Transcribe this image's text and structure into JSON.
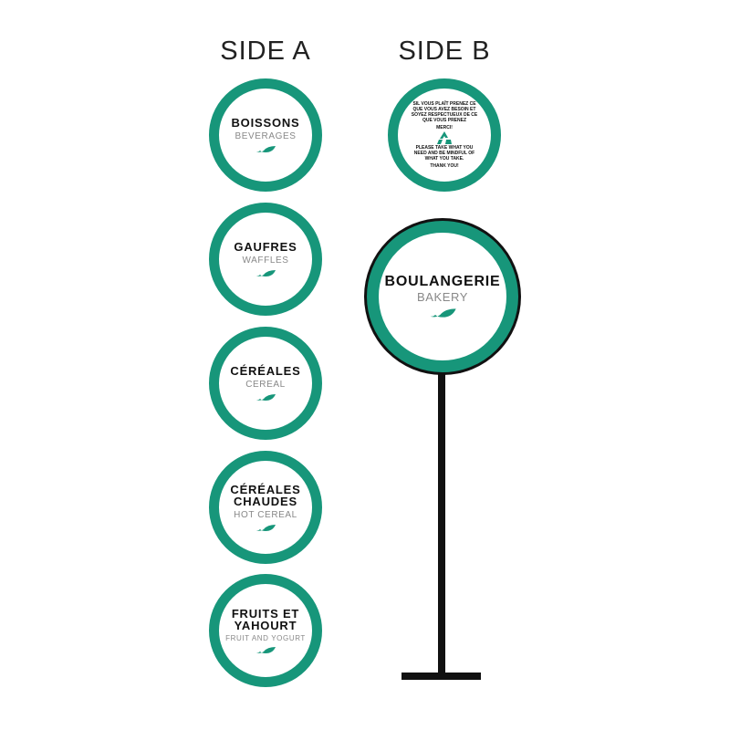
{
  "side_a": {
    "title": "SIDE A",
    "signs": [
      {
        "fr": "BOISSONS",
        "en": "BEVERAGES"
      },
      {
        "fr": "GAUFRES",
        "en": "WAFFLES"
      },
      {
        "fr": "CÉRÉALES",
        "en": "CEREAL"
      },
      {
        "fr": "CÉRÉALES CHAUDES",
        "en": "HOT CEREAL"
      },
      {
        "fr": "FRUITS ET YAHOURT",
        "en": "FRUIT AND YOGURT"
      }
    ]
  },
  "side_b": {
    "title": "SIDE B",
    "notice": {
      "fr": "SIL VOUS PLAÎT PRENEZ CE QUE VOUS AVEZ BESOIN ET SOYEZ RESPECTUEUX DE CE QUE VOUS PRENEZ",
      "fr_thanks": "MERCI!",
      "en": "PLEASE TAKE WHAT YOU NEED AND BE MINDFUL OF WHAT YOU TAKE.",
      "en_thanks": "THANK YOU!"
    },
    "main_sign": {
      "fr": "BOULANGERIE",
      "en": "BAKERY"
    }
  },
  "colors": {
    "accent": "#17967a",
    "pole": "#111111"
  }
}
